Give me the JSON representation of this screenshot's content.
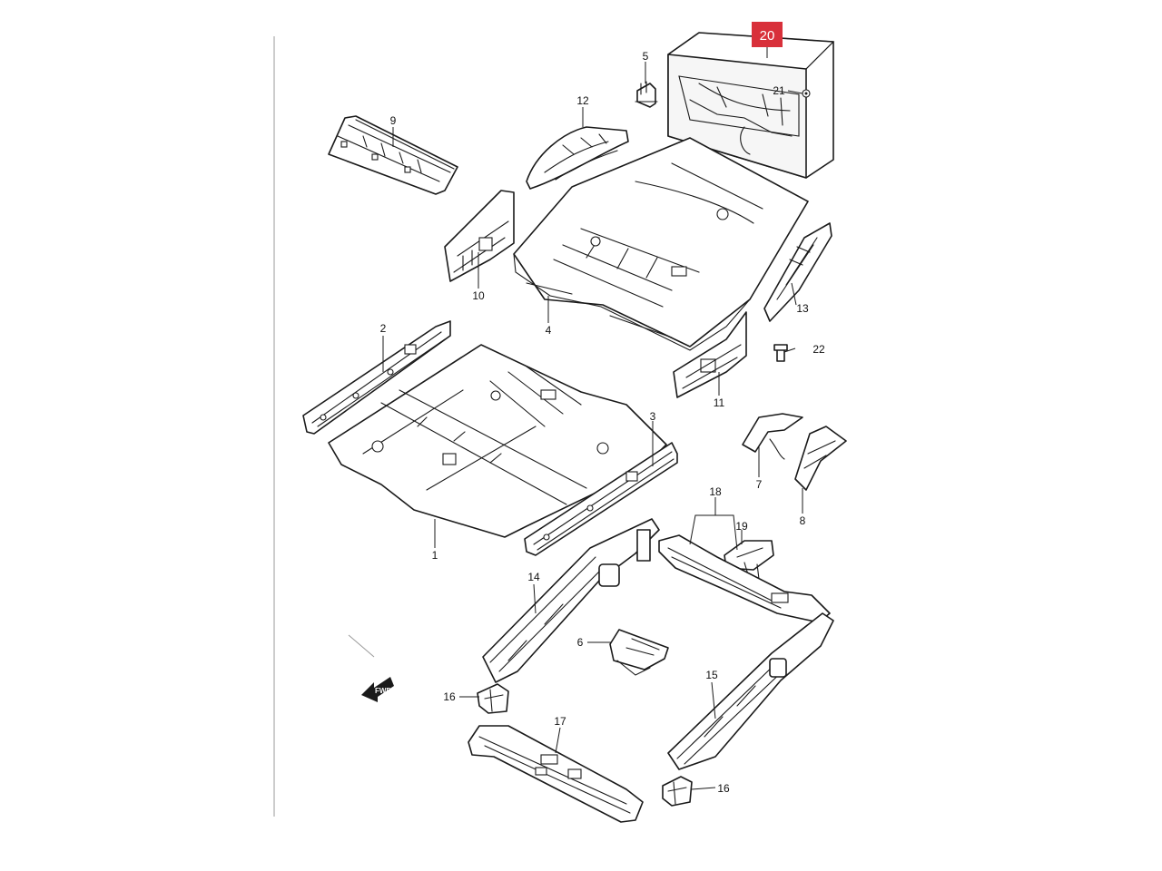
{
  "diagram": {
    "highlight": {
      "label": "20",
      "color": "#d8303a"
    },
    "forward_arrow": {
      "label": "FWD",
      "icon": "forward-arrow-icon"
    },
    "callouts": {
      "c1": "1",
      "c2": "2",
      "c3": "3",
      "c4": "4",
      "c5": "5",
      "c6": "6",
      "c7": "7",
      "c8": "8",
      "c9": "9",
      "c10": "10",
      "c11": "11",
      "c12": "12",
      "c13": "13",
      "c14": "14",
      "c15": "15",
      "c16a": "16",
      "c16b": "16",
      "c17": "17",
      "c18": "18",
      "c19": "19",
      "c21": "21",
      "c22": "22"
    }
  }
}
